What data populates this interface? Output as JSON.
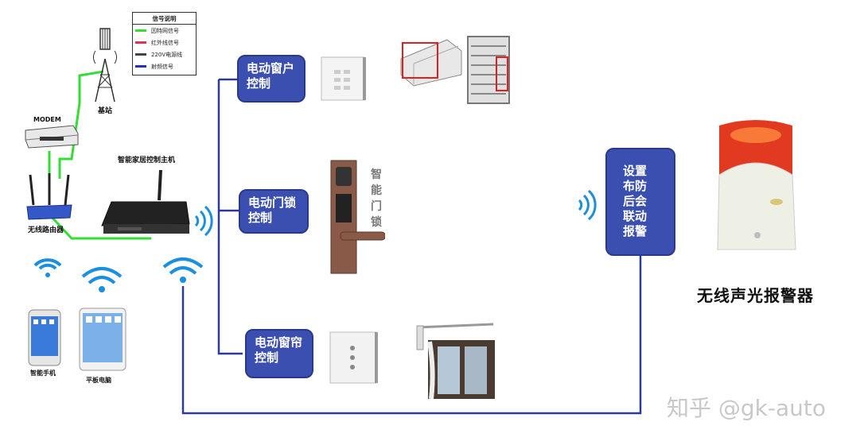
{
  "legend": {
    "title": "信号说明",
    "items": [
      {
        "label": "因特网信号",
        "color": "#33dd33"
      },
      {
        "label": "红外线信号",
        "color": "#dd3355"
      },
      {
        "label": "220V电源线",
        "color": "#444444"
      },
      {
        "label": "射频信号",
        "color": "#2233bb"
      }
    ]
  },
  "devices": {
    "base_station": "基站",
    "modem": "MODEM",
    "router": "无线路由器",
    "host": "智能家居控制主机",
    "phone": "智能手机",
    "tablet": "平板电脑",
    "lock_brand": "智能门锁",
    "alarm": "无线声光报警器"
  },
  "boxes": {
    "window": "电动窗户控制",
    "door": "电动门锁控制",
    "curtain": "电动窗帘控制",
    "alarm": "设置布防后会联动报警"
  },
  "watermark": "知乎 @gk-auto",
  "colors": {
    "box_blue": "#3a4fb0",
    "internet_green": "#33dd33",
    "rf_blue": "#2a3a9a",
    "wifi_blue": "#1a8fe0"
  }
}
